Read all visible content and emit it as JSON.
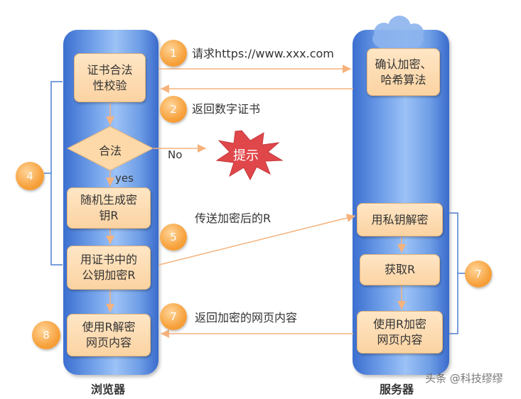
{
  "browser": {
    "label": "浏览器",
    "box1": [
      "证书合法",
      "性校验"
    ],
    "decision": "合法",
    "box2": [
      "随机生成密",
      "钥R"
    ],
    "box3": [
      "用证书中的",
      "公钥加密R"
    ],
    "box4": [
      "使用R解密",
      "网页内容"
    ]
  },
  "server": {
    "label": "服务器",
    "box1": [
      "确认加密、",
      "哈希算法"
    ],
    "box2": "用私钥解密",
    "box3": "获取R",
    "box4": [
      "使用R加密",
      "网页内容"
    ]
  },
  "steps": {
    "s1": {
      "num": "1",
      "text": "请求https://www.xxx.com"
    },
    "s2": {
      "num": "2",
      "text": "返回数字证书"
    },
    "s4": {
      "num": "4"
    },
    "s5": {
      "num": "5",
      "text": "传送加密后的R"
    },
    "s7a": {
      "num": "7",
      "text": "返回加密的网页内容"
    },
    "s7b": {
      "num": "7"
    },
    "s8": {
      "num": "8"
    }
  },
  "decision_labels": {
    "no": "No",
    "yes": "yes"
  },
  "alert": "提示",
  "watermark": "头条 @科技缪缪",
  "colors": {
    "lane_blue": "#5d8fe0",
    "box_fill": "#fdd9a9",
    "circle_orange": "#f5a03a",
    "arrow_orange": "#f6b27c",
    "bracket_blue": "#4f7fd0",
    "burst_red": "#e0474a"
  }
}
